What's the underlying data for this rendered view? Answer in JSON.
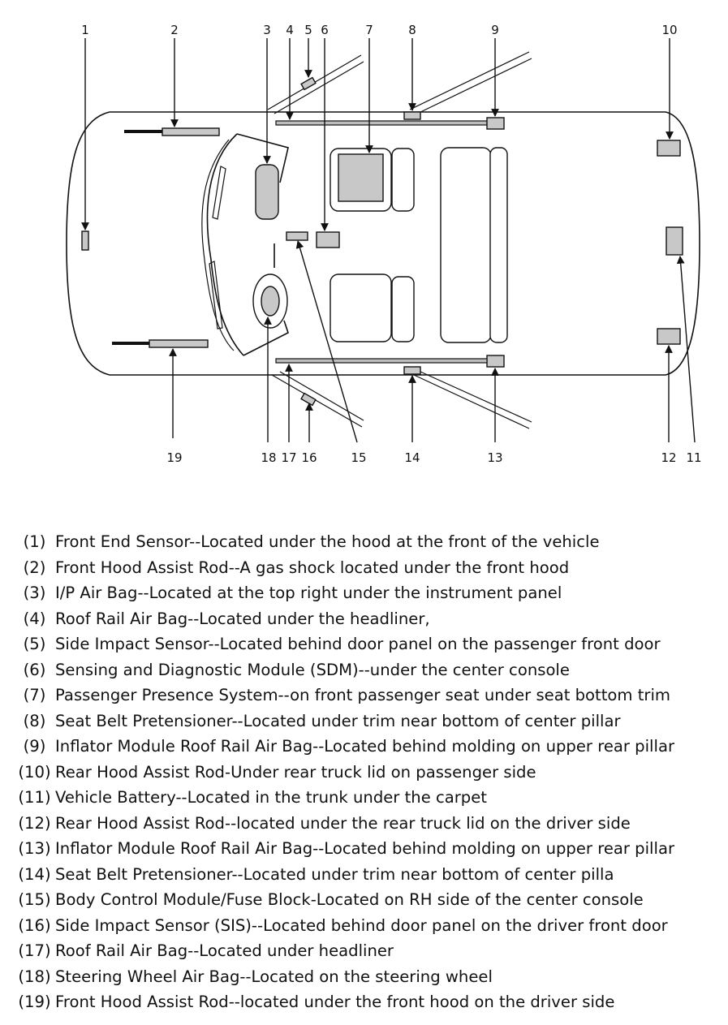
{
  "callouts": [
    "1",
    "2",
    "3",
    "4",
    "5",
    "6",
    "7",
    "8",
    "9",
    "10",
    "11",
    "12",
    "13",
    "14",
    "15",
    "16",
    "17",
    "18",
    "19"
  ],
  "legend": [
    {
      "num": "(1)",
      "text": "Front End Sensor--Located under the hood at the front of the vehicle"
    },
    {
      "num": "(2)",
      "text": "Front Hood Assist Rod--A gas shock located under the front hood"
    },
    {
      "num": "(3)",
      "text": "I/P Air Bag--Located at the top right under the instrument panel"
    },
    {
      "num": "(4)",
      "text": "Roof Rail Air Bag--Located under the headliner,"
    },
    {
      "num": "(5)",
      "text": "Side Impact Sensor--Located behind door panel on the passenger front door"
    },
    {
      "num": "(6)",
      "text": "Sensing and Diagnostic Module (SDM)--under the center console"
    },
    {
      "num": "(7)",
      "text": "Passenger Presence System--on front passenger seat under seat bottom trim"
    },
    {
      "num": "(8)",
      "text": "Seat Belt Pretensioner--Located under trim near  bottom of center pillar"
    },
    {
      "num": "(9)",
      "text": "Inflator Module Roof Rail Air Bag--Located behind molding on upper rear pillar"
    },
    {
      "num": "(10)",
      "text": "Rear Hood Assist Rod-Under rear truck lid on passenger side"
    },
    {
      "num": "(11)",
      "text": "Vehicle Battery--Located in the trunk under the carpet"
    },
    {
      "num": "(12)",
      "text": "Rear Hood Assist Rod--located under the rear truck lid on the driver side"
    },
    {
      "num": "(13)",
      "text": "Inflator Module Roof Rail Air Bag--Located behind molding on upper rear pillar"
    },
    {
      "num": "(14)",
      "text": "Seat Belt Pretensioner--Located under trim near bottom of center pilla"
    },
    {
      "num": "(15)",
      "text": "Body Control Module/Fuse Block-Located on RH side of the center console"
    },
    {
      "num": "(16)",
      "text": "Side Impact Sensor (SIS)--Located behind door panel on the driver front door"
    },
    {
      "num": "(17)",
      "text": "Roof Rail Air Bag--Located under headliner"
    },
    {
      "num": "(18)",
      "text": "Steering Wheel Air Bag--Located on the steering wheel"
    },
    {
      "num": "(19)",
      "text": "Front Hood Assist Rod--located under the front hood on the driver side"
    }
  ]
}
